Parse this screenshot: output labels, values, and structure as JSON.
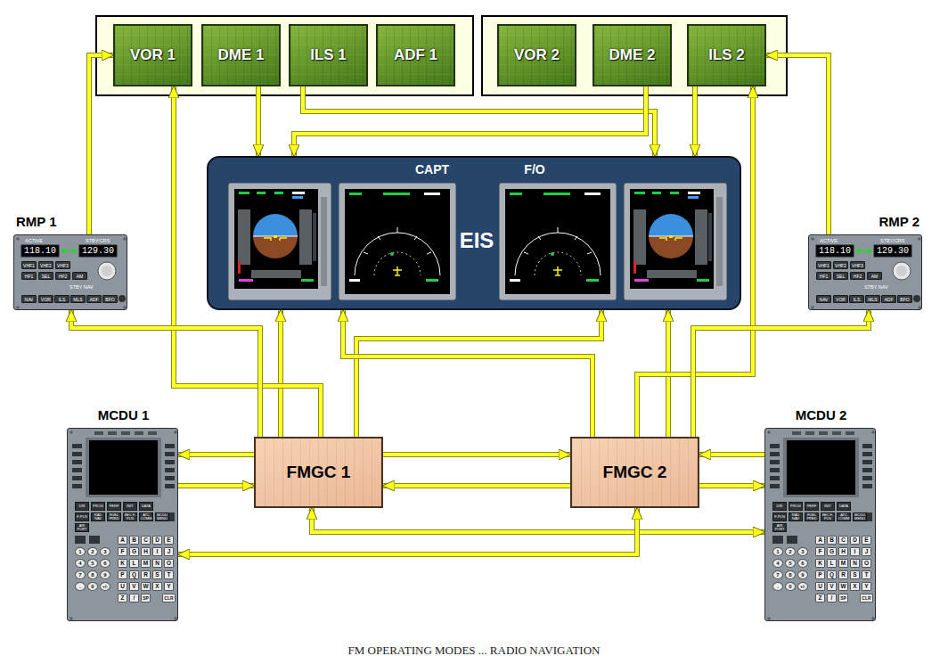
{
  "diagram": {
    "caption": "FM OPERATING MODES ... RADIO NAVIGATION",
    "nodes": [
      {
        "text": [
          "VOR 1"
        ]
      },
      {
        "text": [
          "DME 1"
        ]
      },
      {
        "text": [
          "ILS 1"
        ]
      },
      {
        "text": [
          "ADF 1"
        ]
      },
      {
        "text": [
          "VOR 2"
        ]
      },
      {
        "text": [
          "DME 2"
        ]
      },
      {
        "text": [
          "ILS 2"
        ]
      },
      {
        "text": [
          "CAPT",
          "F/O",
          "EIS"
        ]
      },
      {
        "text": [
          "RMP 1",
          "ACTIVE",
          "STBY/CRS",
          "118.10",
          "129.30",
          "VHF1",
          "VHF2",
          "VHF3",
          "HF1",
          "SEL",
          "HF2",
          "AM",
          "STBY NAV",
          "NAV",
          "VOR",
          "ILS",
          "MLS",
          "ADF",
          "BFO"
        ]
      },
      {
        "text": [
          "RMP 2",
          "ACTIVE",
          "STBY/CRS",
          "118.10",
          "129.30",
          "VHF1",
          "VHF2",
          "VHF3",
          "HF1",
          "SEL",
          "HF2",
          "AM",
          "STBY NAV",
          "NAV",
          "VOR",
          "ILS",
          "MLS",
          "ADF",
          "BFO"
        ]
      },
      {
        "text": [
          "MCDU 1",
          "DIR",
          "PROG",
          "PERF",
          "INIT",
          "DATA",
          "F-PLN",
          "RAD NAV",
          "FUEL PRED",
          "SEC F-PLN",
          "ATC COMM",
          "MCDU MENU",
          "AIR PORT",
          "A",
          "B",
          "C",
          "D",
          "E",
          "F",
          "G",
          "H",
          "I",
          "J",
          "K",
          "L",
          "M",
          "N",
          "O",
          "P",
          "Q",
          "R",
          "S",
          "T",
          "U",
          "V",
          "W",
          "X",
          "Y",
          "Z",
          "/",
          "SP",
          "CLR",
          "1",
          "2",
          "3",
          "4",
          "5",
          "6",
          "7",
          "8",
          "9",
          ".",
          "0",
          "+/-"
        ]
      },
      {
        "text": [
          "FMGC 1"
        ]
      },
      {
        "text": [
          "FMGC 2"
        ]
      },
      {
        "text": [
          "MCDU 2",
          "DIR",
          "PROG",
          "PERF",
          "INIT",
          "DATA",
          "F-PLN",
          "RAD NAV",
          "FUEL PRED",
          "SEC F-PLN",
          "ATC COMM",
          "MCDU MENU",
          "AIR PORT",
          "A",
          "B",
          "C",
          "D",
          "E",
          "F",
          "G",
          "H",
          "I",
          "J",
          "K",
          "L",
          "M",
          "N",
          "O",
          "P",
          "Q",
          "R",
          "S",
          "T",
          "U",
          "V",
          "W",
          "X",
          "Y",
          "Z",
          "/",
          "SP",
          "CLR",
          "1",
          "2",
          "3",
          "4",
          "5",
          "6",
          "7",
          "8",
          "9",
          ".",
          "0",
          "+/-"
        ]
      }
    ],
    "edges": [
      {
        "from": 8,
        "to": 0,
        "arrow": "to"
      },
      {
        "from": 9,
        "to": 6,
        "arrow": "to"
      },
      {
        "from": 1,
        "to": 7,
        "arrow": "to"
      },
      {
        "from": 2,
        "to": 7,
        "arrow": "to"
      },
      {
        "from": 5,
        "to": 7,
        "arrow": "to"
      },
      {
        "from": 6,
        "to": 7,
        "arrow": "to"
      },
      {
        "from": 11,
        "to": 7,
        "arrow": "to"
      },
      {
        "from": 11,
        "to": 7,
        "arrow": "to"
      },
      {
        "from": 12,
        "to": 7,
        "arrow": "to"
      },
      {
        "from": 12,
        "to": 7,
        "arrow": "to"
      },
      {
        "from": 11,
        "to": 0,
        "arrow": "to"
      },
      {
        "from": 12,
        "to": 6,
        "arrow": "to"
      },
      {
        "from": 11,
        "to": 8,
        "arrow": "to"
      },
      {
        "from": 12,
        "to": 9,
        "arrow": "to"
      },
      {
        "from": 11,
        "to": 10,
        "arrow": "to"
      },
      {
        "from": 10,
        "to": 11,
        "arrow": "to"
      },
      {
        "from": 11,
        "to": 12,
        "arrow": "to"
      },
      {
        "from": 12,
        "to": 11,
        "arrow": "to"
      },
      {
        "from": 13,
        "to": 12,
        "arrow": "to"
      },
      {
        "from": 12,
        "to": 13,
        "arrow": "to"
      },
      {
        "from": 11,
        "to": 13,
        "arrow": "both"
      },
      {
        "from": 12,
        "to": 10,
        "arrow": "both"
      }
    ]
  }
}
